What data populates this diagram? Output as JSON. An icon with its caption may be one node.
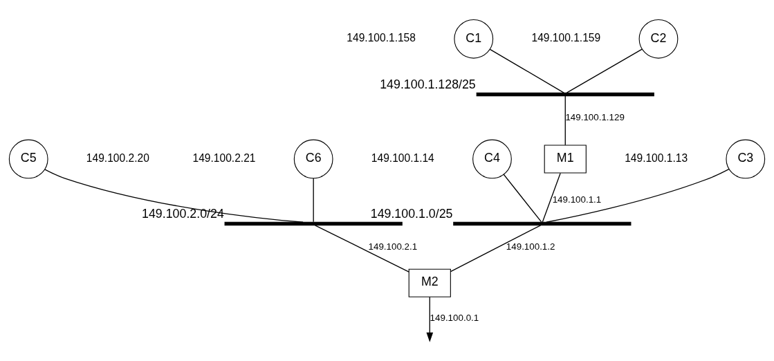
{
  "diagram": {
    "nodes": [
      {
        "text": [
          "C1"
        ],
        "beside": [
          "149.100.1.158"
        ]
      },
      {
        "text": [
          "C2"
        ],
        "beside": [
          "149.100.1.159"
        ]
      },
      {
        "text": [],
        "shape": "bar",
        "beside": [
          "149.100.1.128/25"
        ]
      },
      {
        "text": [
          "C5"
        ],
        "beside": [
          "149.100.2.20"
        ]
      },
      {
        "text": [
          "C6"
        ],
        "beside": [
          "149.100.2.21"
        ]
      },
      {
        "text": [],
        "shape": "bar",
        "beside": [
          "149.100.2.0/24"
        ]
      },
      {
        "text": [
          "C3"
        ],
        "beside": [
          "149.100.1.13"
        ]
      },
      {
        "text": [
          "M1"
        ]
      },
      {
        "text": [
          "C4"
        ],
        "beside": [
          "149.100.1.14"
        ]
      },
      {
        "text": [
          "M2"
        ]
      },
      {
        "text": [],
        "shape": "bar",
        "beside": [
          "149.100.1.0/25"
        ]
      }
    ],
    "edges": [
      {
        "from": 0,
        "to": 2,
        "arrow": "none"
      },
      {
        "from": 1,
        "to": 2,
        "arrow": "none"
      },
      {
        "from": 2,
        "to": 7,
        "arrow": "none",
        "label": "149.100.1.129"
      },
      {
        "from": 7,
        "to": 10,
        "arrow": "none",
        "label": "149.100.1.1"
      },
      {
        "from": 6,
        "to": 10,
        "arrow": "none"
      },
      {
        "from": 8,
        "to": 10,
        "arrow": "none"
      },
      {
        "from": 10,
        "to": 9,
        "arrow": "none",
        "label": "149.100.1.2"
      },
      {
        "from": 3,
        "to": 5,
        "arrow": "none"
      },
      {
        "from": 4,
        "to": 5,
        "arrow": "none"
      },
      {
        "from": 5,
        "to": 9,
        "arrow": "none",
        "label": "149.100.2.1"
      },
      {
        "from": 9,
        "to": null,
        "arrow": "to",
        "label": "149.100.0.1"
      }
    ]
  }
}
